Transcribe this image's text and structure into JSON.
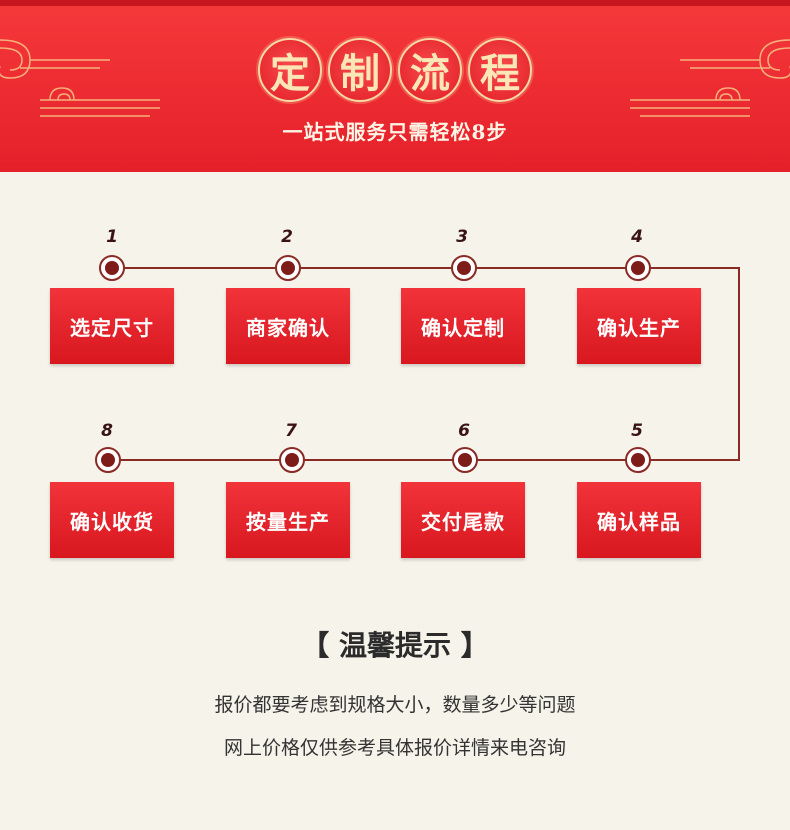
{
  "header": {
    "title_chars": [
      "定",
      "制",
      "流",
      "程"
    ],
    "subtitle": "一站式服务只需轻松8步"
  },
  "steps": [
    {
      "number": "1",
      "label": "选定尺寸"
    },
    {
      "number": "2",
      "label": "商家确认"
    },
    {
      "number": "3",
      "label": "确认定制"
    },
    {
      "number": "4",
      "label": "确认生产"
    },
    {
      "number": "5",
      "label": "确认样品"
    },
    {
      "number": "6",
      "label": "交付尾款"
    },
    {
      "number": "7",
      "label": "按量生产"
    },
    {
      "number": "8",
      "label": "确认收货"
    }
  ],
  "tips": {
    "title": "【 温馨提示 】",
    "line1": "报价都要考虑到规格大小，数量多少等问题",
    "line2": "网上价格仅供参考具体报价详情来电咨询"
  },
  "colors": {
    "banner_red": "#e5202a",
    "box_red": "#d8171f",
    "gold": "#f6d9a3",
    "line_dark_red": "#8a2a25",
    "background": "#f6f3ea"
  }
}
